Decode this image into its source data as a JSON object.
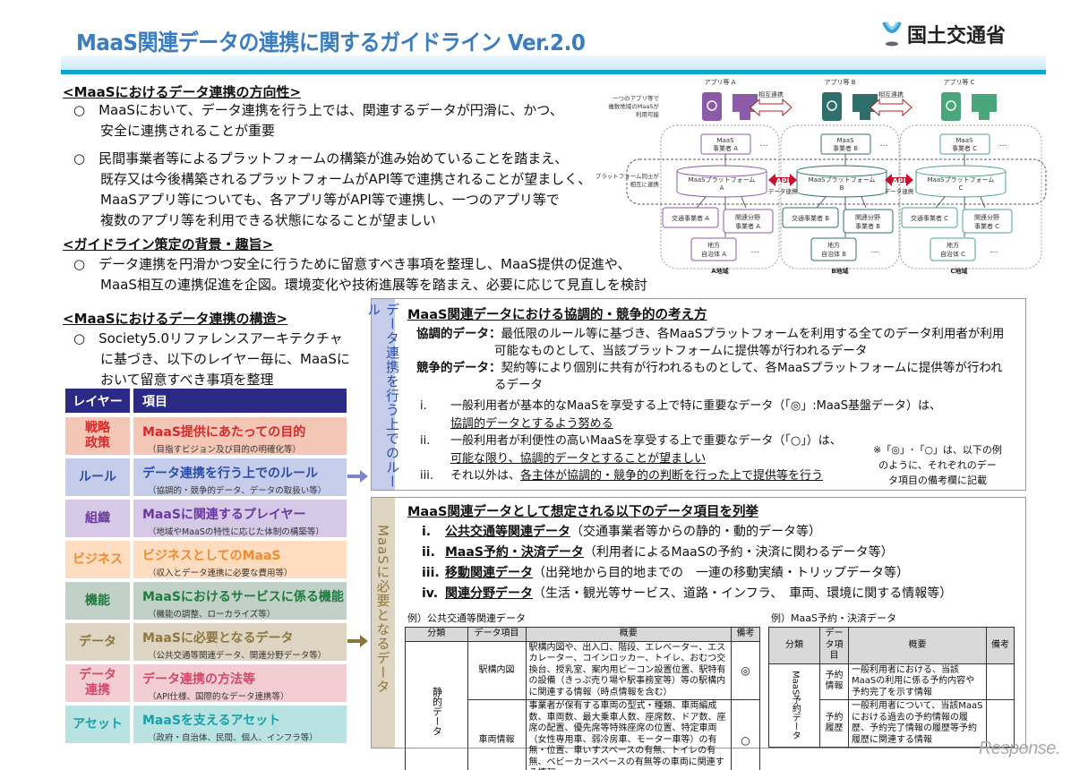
{
  "header": {
    "title": "MaaS関連データの連携に関するガイドライン Ver.2.0",
    "logo_text": "国土交通省"
  },
  "sections": [
    {
      "heading": "<MaaSにおけるデータ連携の方向性>",
      "lines": [
        "○　MaaSにおいて、データ連携を行う上では、関連するデータが円滑に、かつ、",
        "　　安全に連携されることが重要",
        "○　民間事業者等によるプラットフォームの構築が進み始めていることを踏まえ、",
        "　　既存又は今後構築されるプラットフォームがAPI等で連携されることが望ましく、",
        "　　MaaSアプリ等についても、各アプリ等がAPI等で連携し、一つのアプリ等で",
        "　　複数のアプリ等を利用できる状態になることが望ましい"
      ]
    },
    {
      "heading": "<ガイドライン策定の背景・趣旨>",
      "lines": [
        "○　データ連携を円滑かつ安全に行うために留意すべき事項を整理し、MaaS提供の促進や、",
        "　　MaaS相互の連携促進を企図。環境変化や技術進展等を踏まえ、必要に応じて見直しを検討"
      ]
    },
    {
      "heading": "<MaaSにおけるデータ連携の構造>",
      "lines": [
        "○　Society5.0リファレンスアーキテクチャ",
        "　　に基づき、以下のレイヤー毎に、MaaSに",
        "　　おいて留意すべき事項を整理"
      ]
    }
  ],
  "layers": {
    "headers": [
      "レイヤー",
      "項目"
    ],
    "rows": [
      {
        "layer": "戦略\n政策",
        "title": "MaaS提供にあたっての目的",
        "sub": "（目指すビジョン及び目的の明確化等）",
        "bg": "#f3c6b6",
        "color": "#d9282a"
      },
      {
        "layer": "ルール",
        "title": "データ連携を行う上でのルール",
        "sub": "（協調的・競争的データ、データの取扱い等）",
        "bg": "#c6cdea",
        "color": "#2a4ea8"
      },
      {
        "layer": "組織",
        "title": "MaaSに関連するプレイヤー",
        "sub": "（地域やMaaSの特性に応じた体制の構築等）",
        "bg": "#d5c9e7",
        "color": "#6a38a0"
      },
      {
        "layer": "ビジネス",
        "title": "ビジネスとしてのMaaS",
        "sub": "（収入とデータ連携に必要な費用等）",
        "bg": "#fddcc0",
        "color": "#f08a2e"
      },
      {
        "layer": "機能",
        "title": "MaaSにおけるサービスに係る機能",
        "sub": "（機能の調整、ローカライズ等）",
        "bg": "#c2d1c7",
        "color": "#1e7a3e"
      },
      {
        "layer": "データ",
        "title": "MaaSに必要となるデータ",
        "sub": "（公共交通等関連データ、関連分野データ等）",
        "bg": "#ddd4c1",
        "color": "#8c7640"
      },
      {
        "layer": "データ\n連携",
        "title": "データ連携の方法等",
        "sub": "（API仕様、国際的なデータ連携等）",
        "bg": "#f2ced4",
        "color": "#d2496a"
      },
      {
        "layer": "アセット",
        "title": "MaaSを支えるアセット",
        "sub": "（政府・自治体、民間、個人、インフラ等）",
        "bg": "#b9e3e3",
        "color": "#17a0a8"
      }
    ]
  },
  "rules_box": {
    "strip": "データ連携を行う上でのルール",
    "heading": "MaaS関連データにおける協調的・競争的の考え方",
    "coop_label": "協調的データ：",
    "coop_text1": "最低限のルール等に基づき、各MaaSプラットフォームを利用する全てのデータ利用者が利用",
    "coop_text2": "可能なものとして、当該プラットフォームに提供等が行われるデータ",
    "comp_label": "競争的データ：",
    "comp_text1": "契約等により個別に共有が行われるものとして、各MaaSプラットフォームに提供等が行われ",
    "comp_text2": "るデータ",
    "items": [
      {
        "num": "i.",
        "text": "一般利用者が基本的なMaaSを享受する上で特に重要なデータ（「◎」:MaaS基盤データ）は、",
        "text2": "協調的データとするよう努める"
      },
      {
        "num": "ii.",
        "text": "一般利用者が利便性の高いMaaSを享受する上で重要なデータ（「○」）は、",
        "text2": "可能な限り、協調的データとすることが望ましい"
      },
      {
        "num": "iii.",
        "text": "それ以外は、",
        "text_ul": "各主体が協調的・競争的の判断を行った上で提供等を行う"
      }
    ],
    "note": [
      "※「◎」･「○」は、以下の例",
      "のように、それぞれのデー",
      "タ項目の備考欄に記載"
    ]
  },
  "data_box": {
    "strip": "MaaSに必要となるデータ",
    "heading": "MaaS関連データとして想定される以下のデータ項目を列挙",
    "items": [
      {
        "num": "i.",
        "name": "公共交通等関連データ",
        "desc": "（交通事業者等からの静的・動的データ等）"
      },
      {
        "num": "ii.",
        "name": "MaaS予約・決済データ",
        "desc": "（利用者によるMaaSの予約・決済に関わるデータ等）"
      },
      {
        "num": "iii.",
        "name": "移動関連データ",
        "desc": "（出発地から目的地までの　一連の移動実績・トリップデータ等）"
      },
      {
        "num": "iv.",
        "name": "関連分野データ",
        "desc": "（生活・観光等サービス、道路・インフラ、　車両、環境に関する情報等）"
      }
    ],
    "table1": {
      "caption": "例）公共交通等関連データ",
      "headers": [
        "分類",
        "データ項目",
        "概要",
        "備考"
      ],
      "category": "静的データ",
      "rows": [
        {
          "item": "駅構内図",
          "summary": "駅構内図や、出入口、階段、エレベーター、エスカレーター、コインロッカー、トイレ、おむつ交換台、授乳室、案内用ビーコン設置位置、駅特有の設備（きっぷ売り場や駅事務室等）等の駅構内に関連する情報（時点情報を含む）",
          "note": "◎"
        },
        {
          "item": "車両情報",
          "summary": "事業者が保有する車両の型式・種類、車両編成数、車両数、最大乗車人数、座席数、ドア数、座席の配置、優先席等特殊座席の位置、特定車両（女性専用車、弱冷房車、モーター車等）の有無・位置、車いすスペースの有無、トイレの有無、ベビーカースペースの有無等の車両に関連する情報",
          "note": "○"
        }
      ]
    },
    "table2": {
      "caption": "例）MaaS予約・決済データ",
      "headers": [
        "分類",
        "データ項目",
        "概要",
        "備考"
      ],
      "category": "MaaS予約データ",
      "rows": [
        {
          "item": "予約情報",
          "summary": "一般利用者における、当該MaaSの利用に係る予約内容や予約完了を示す情報",
          "note": ""
        },
        {
          "item": "予約履歴",
          "summary": "一般利用者について、当該MaaSにおける過去の予約情報の履歴、予約完了情報の履歴等予約履歴に関連する情報",
          "note": ""
        }
      ]
    }
  },
  "diagram": {
    "left_note1": [
      "一つのアプリ等で",
      "複数地域のMaaSが",
      "利用可能"
    ],
    "left_note2": [
      "プラットフォーム同士が",
      "相互に連携"
    ],
    "mutual": "相互連携",
    "api": "API",
    "data_link": "データ連携",
    "ellipsis": "…",
    "regions": [
      {
        "app": "アプリ等 A",
        "maas": [
          "MaaS",
          "事業者 A"
        ],
        "platform": [
          "MaaSプラットフォーム",
          "A"
        ],
        "transport": "交通事業者 A",
        "related": [
          "関連分野",
          "事業者 A"
        ],
        "local": [
          "地方",
          "自治体 A"
        ],
        "label": "A地域",
        "color": "#8b5aa8"
      },
      {
        "app": "アプリ等 B",
        "maas": [
          "MaaS",
          "事業者 B"
        ],
        "platform": [
          "MaaSプラットフォーム",
          "B"
        ],
        "transport": "交通事業者 B",
        "related": [
          "関連分野",
          "事業者 B"
        ],
        "local": [
          "地方",
          "自治体 B"
        ],
        "label": "B地域",
        "color": "#2f6f6b"
      },
      {
        "app": "アプリ等 C",
        "maas": [
          "MaaS",
          "事業者 C"
        ],
        "platform": [
          "MaaSプラットフォーム",
          "C"
        ],
        "transport": "交通事業者 C",
        "related": [
          "関連分野",
          "事業者 C"
        ],
        "local": [
          "地方",
          "自治体 C"
        ],
        "label": "C地域",
        "color": "#4aa77b"
      }
    ]
  },
  "watermark": "Response."
}
